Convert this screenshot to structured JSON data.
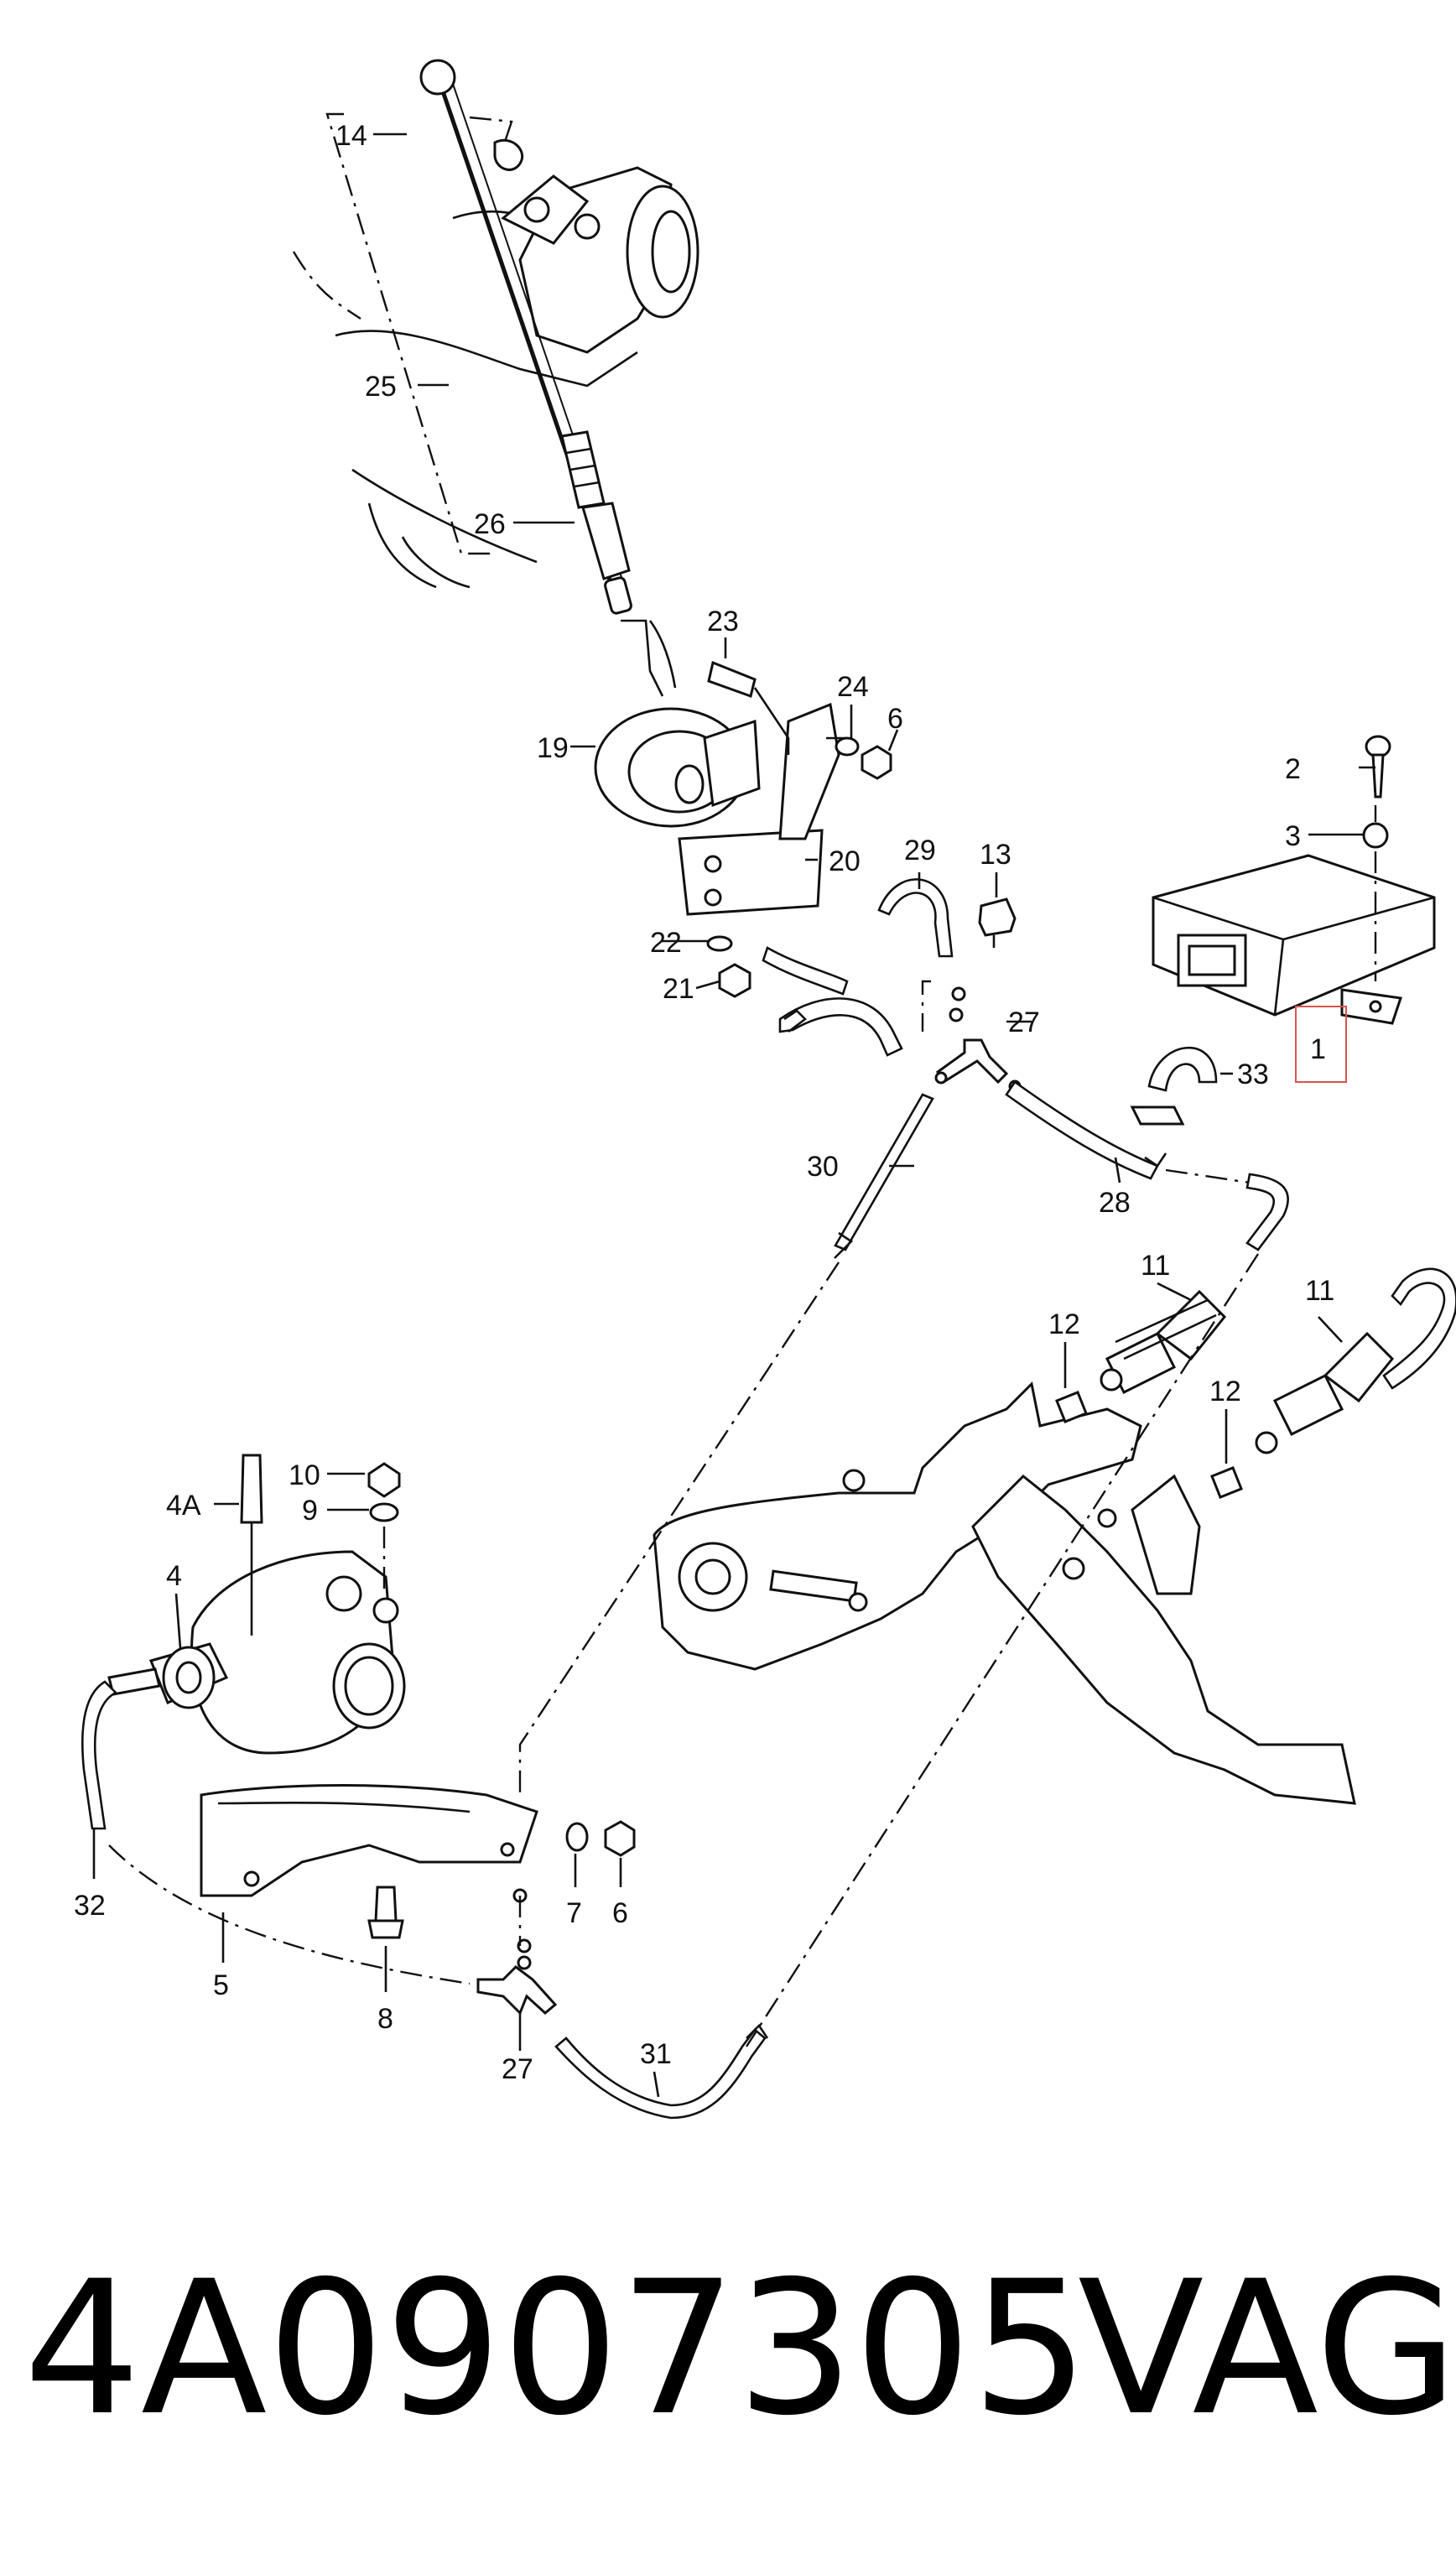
{
  "footer": {
    "part_number": "4A0907305",
    "brand": "VAG"
  },
  "highlighted_callout": "1",
  "highlight_color": "#d9534f",
  "callouts": [
    {
      "id": "c1",
      "text": "1"
    },
    {
      "id": "c2",
      "text": "2"
    },
    {
      "id": "c3",
      "text": "3"
    },
    {
      "id": "c4",
      "text": "4"
    },
    {
      "id": "c4a",
      "text": "4A"
    },
    {
      "id": "c5",
      "text": "5"
    },
    {
      "id": "c6a",
      "text": "6"
    },
    {
      "id": "c6b",
      "text": "6"
    },
    {
      "id": "c7",
      "text": "7"
    },
    {
      "id": "c8",
      "text": "8"
    },
    {
      "id": "c9",
      "text": "9"
    },
    {
      "id": "c10",
      "text": "10"
    },
    {
      "id": "c11a",
      "text": "11"
    },
    {
      "id": "c11b",
      "text": "11"
    },
    {
      "id": "c12a",
      "text": "12"
    },
    {
      "id": "c12b",
      "text": "12"
    },
    {
      "id": "c13",
      "text": "13"
    },
    {
      "id": "c14",
      "text": "14"
    },
    {
      "id": "c19",
      "text": "19"
    },
    {
      "id": "c20",
      "text": "20"
    },
    {
      "id": "c21",
      "text": "21"
    },
    {
      "id": "c22",
      "text": "22"
    },
    {
      "id": "c23",
      "text": "23"
    },
    {
      "id": "c24",
      "text": "24"
    },
    {
      "id": "c25",
      "text": "25"
    },
    {
      "id": "c26",
      "text": "26"
    },
    {
      "id": "c27a",
      "text": "27"
    },
    {
      "id": "c27b",
      "text": "27"
    },
    {
      "id": "c28",
      "text": "28"
    },
    {
      "id": "c29",
      "text": "29"
    },
    {
      "id": "c30",
      "text": "30"
    },
    {
      "id": "c31",
      "text": "31"
    },
    {
      "id": "c32",
      "text": "32"
    },
    {
      "id": "c33",
      "text": "33"
    }
  ]
}
